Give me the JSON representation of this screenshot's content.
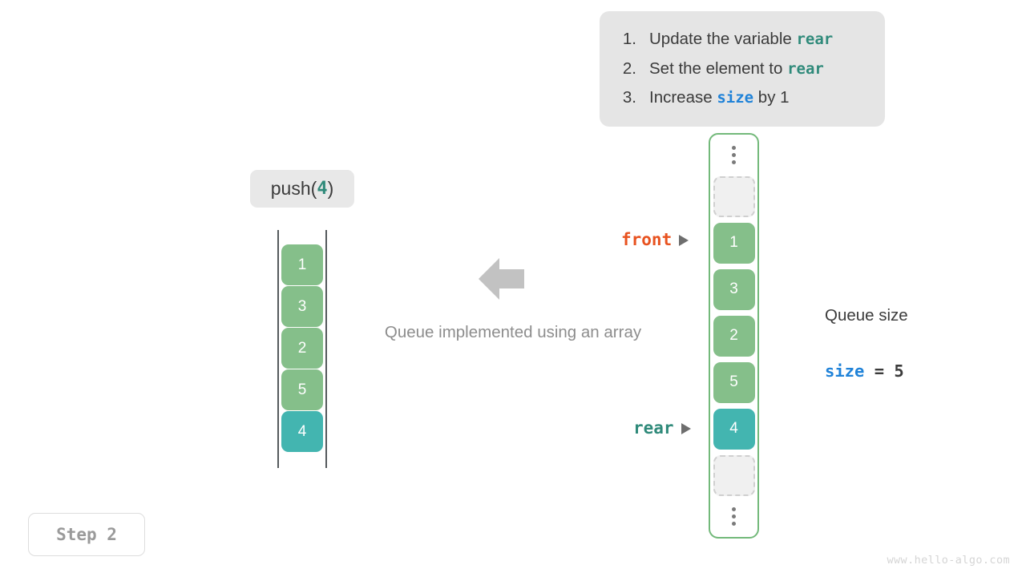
{
  "steps_panel": {
    "items": [
      {
        "num": "1.",
        "prefix": "Update the variable ",
        "token": "rear",
        "token_color": "teal",
        "suffix": ""
      },
      {
        "num": "2.",
        "prefix": "Set the element to ",
        "token": "rear",
        "token_color": "teal",
        "suffix": ""
      },
      {
        "num": "3.",
        "prefix": "Increase ",
        "token": "size",
        "token_color": "blue",
        "suffix": " by 1"
      }
    ]
  },
  "operation": {
    "name_open": "push(",
    "argument": "4",
    "name_close": ")"
  },
  "left_array": {
    "values": [
      "1",
      "3",
      "2",
      "5",
      "4"
    ],
    "highlight_index": 4
  },
  "middle": {
    "arrow_icon": "arrow-left-icon",
    "caption": "Queue implemented using an array"
  },
  "queue_box": {
    "top_ellipsis": "⋮",
    "bottom_ellipsis": "⋮",
    "cells": [
      {
        "value": "",
        "state": "empty"
      },
      {
        "value": "1",
        "state": "green"
      },
      {
        "value": "3",
        "state": "green"
      },
      {
        "value": "2",
        "state": "green"
      },
      {
        "value": "5",
        "state": "green"
      },
      {
        "value": "4",
        "state": "teal"
      },
      {
        "value": "",
        "state": "empty"
      }
    ]
  },
  "pointers": {
    "front_label": "front",
    "rear_label": "rear"
  },
  "size_readout": {
    "title": "Queue size",
    "variable": "size",
    "equals": " = ",
    "value": "5"
  },
  "step_badge": {
    "label": "Step 2"
  },
  "watermark": {
    "text": "www.hello-algo.com"
  },
  "colors": {
    "green": "#85bf8a",
    "teal": "#43b5b0",
    "front": "#e8521f",
    "rear": "#2f8a7a",
    "size": "#1f82d8",
    "panel_bg": "#e5e5e5",
    "container_border": "#73b97a"
  }
}
